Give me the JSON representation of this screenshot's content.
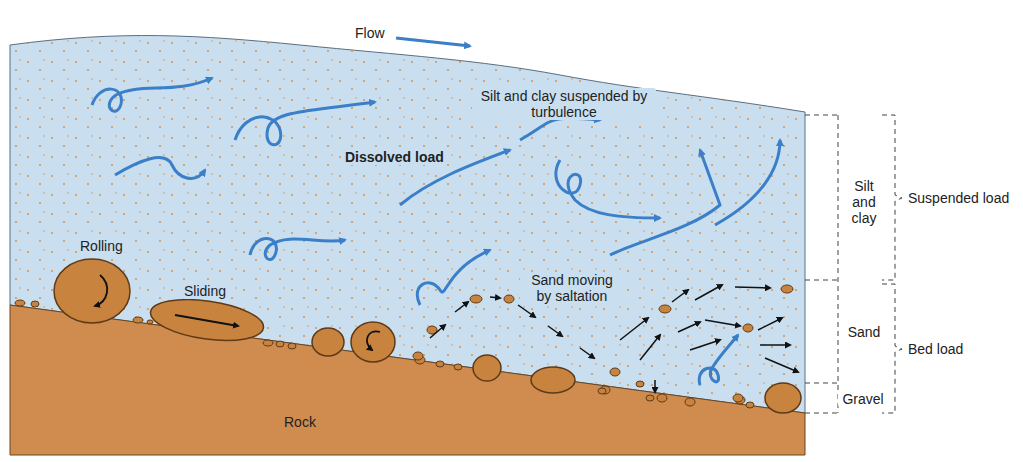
{
  "diagram": {
    "labels": [
      "Flow",
      "Silt and clay suspended by turbulence",
      "Dissolved load",
      "Rolling",
      "Sliding",
      "Sand moving by saltation",
      "Rock",
      "Silt and clay",
      "Sand",
      "Gravel",
      "Suspended load",
      "Bed load"
    ]
  }
}
